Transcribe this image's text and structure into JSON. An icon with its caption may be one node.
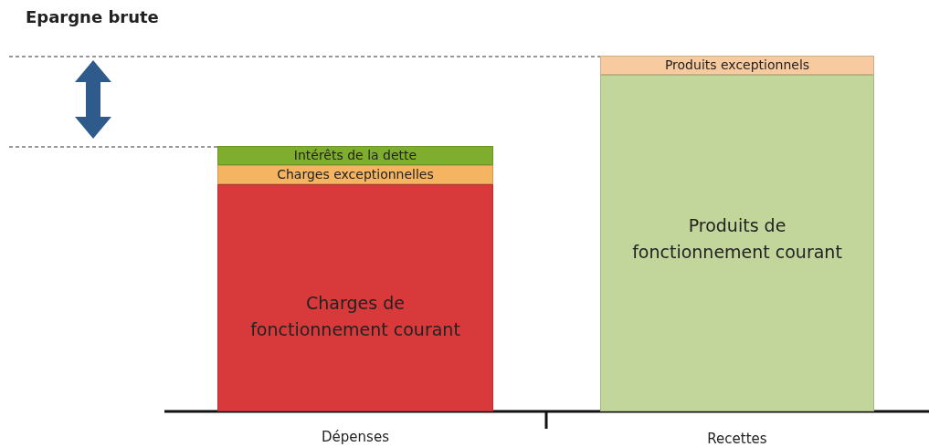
{
  "diagram": {
    "title": "Epargne brute",
    "nodes": [
      {
        "text": [
          "Intérêts de la dette"
        ]
      },
      {
        "text": [
          "Charges exceptionnelles"
        ]
      },
      {
        "text": [
          "Charges de fonctionnement courant"
        ]
      },
      {
        "text": [
          "Produits exceptionnels"
        ]
      },
      {
        "text": [
          "Produits de fonctionnement courant"
        ]
      }
    ],
    "labels": [
      "Dépenses",
      "Recettes"
    ]
  }
}
